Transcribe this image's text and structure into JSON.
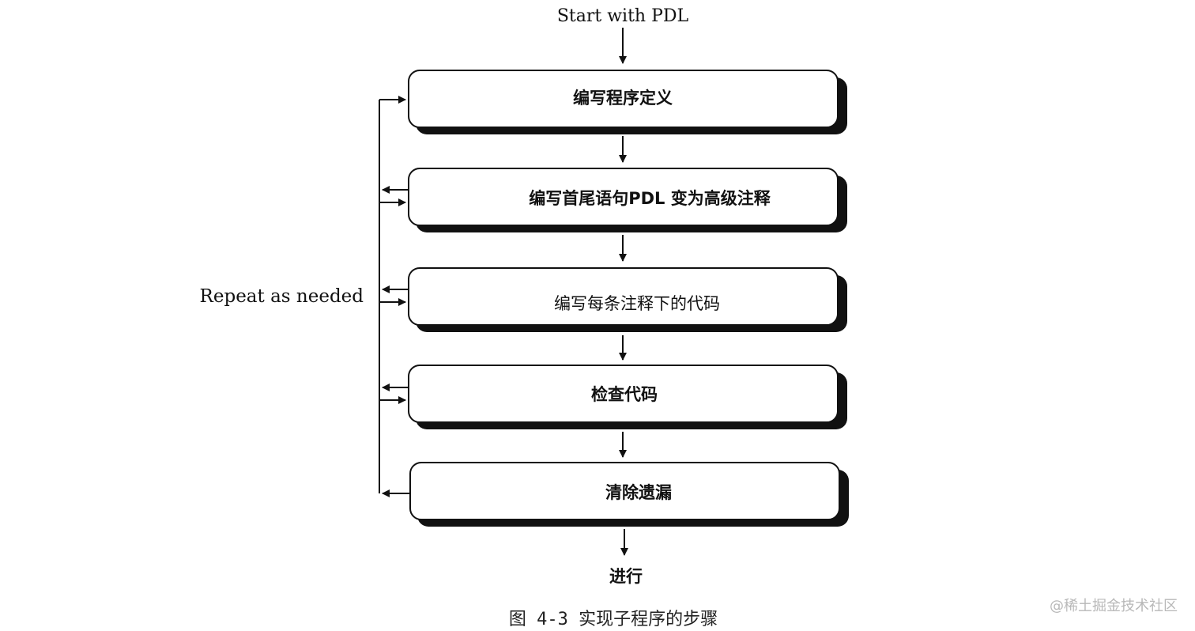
{
  "start_label": "Start with PDL",
  "side_label": "Repeat as needed",
  "steps": [
    "编写程序定义",
    "编写首尾语句PDL 变为高级注释",
    "编写每条注释下的代码",
    "检查代码",
    "清除遗漏"
  ],
  "end_label": "进行",
  "caption": "图 4-3  实现子程序的步骤",
  "watermark": "@稀土掘金技术社区"
}
